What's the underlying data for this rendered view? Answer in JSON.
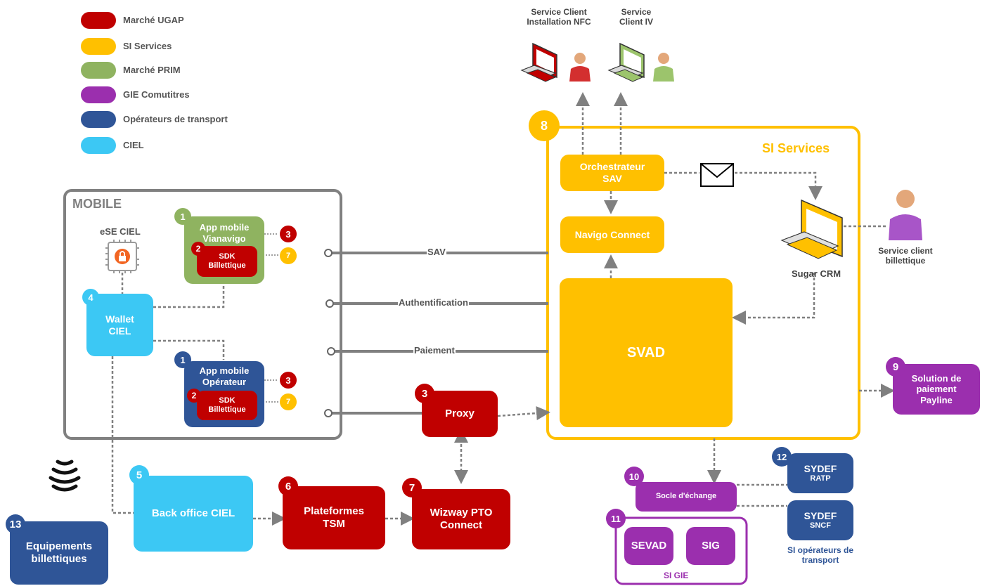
{
  "colors": {
    "ugap": "#c00000",
    "si_services": "#ffc000",
    "prim": "#8fb360",
    "gie": "#9b2fae",
    "operateurs": "#2f5597",
    "ciel": "#3cc8f4",
    "gray_frame": "#808080"
  },
  "legend": [
    {
      "label": "Marché UGAP",
      "color": "#c00000"
    },
    {
      "label": "SI Services",
      "color": "#ffc000"
    },
    {
      "label": "Marché PRIM",
      "color": "#8fb360"
    },
    {
      "label": "GIE Comutitres",
      "color": "#9b2fae"
    },
    {
      "label": "Opérateurs de transport",
      "color": "#2f5597"
    },
    {
      "label": "CIEL",
      "color": "#3cc8f4"
    }
  ],
  "mobile": {
    "title": "MOBILE",
    "ese_label": "eSE CIEL",
    "app_vianavigo": "App mobile Vianavigo",
    "app_operateur": "App mobile Opérateur",
    "sdk": "SDK Billettique",
    "wallet": "Wallet CIEL"
  },
  "badges": {
    "n1": "1",
    "n2": "2",
    "n3": "3",
    "n4": "4",
    "n5": "5",
    "n6": "6",
    "n7": "7",
    "n8": "8",
    "n9": "9",
    "n10": "10",
    "n11": "11",
    "n12": "12",
    "n13": "13"
  },
  "links": {
    "sav": "SAV",
    "auth": "Authentification",
    "paiement": "Paiement"
  },
  "si_services": {
    "title": "SI Services",
    "orchestrateur": "Orchestrateur SAV",
    "navigo_connect": "Navigo Connect",
    "svad": "SVAD",
    "sugar_crm": "Sugar CRM",
    "service_client_billettique": "Service client billettique"
  },
  "top_services": {
    "nfc": "Service Client Installation NFC",
    "iv": "Service Client IV"
  },
  "proxy": "Proxy",
  "wizway": "Wizway PTO Connect",
  "tsm": "Plateformes TSM",
  "back_office": "Back office CIEL",
  "equipements": "Equipements billettiques",
  "payline": "Solution de paiement Payline",
  "gie": {
    "socle": "Socle d'échange",
    "sevad": "SEVAD",
    "sig": "SIG",
    "title": "SI GIE"
  },
  "sydef_ratp": {
    "title": "SYDEF",
    "sub": "RATP"
  },
  "sydef_sncf": {
    "title": "SYDEF",
    "sub": "SNCF"
  },
  "si_operateurs": "SI opérateurs de transport"
}
